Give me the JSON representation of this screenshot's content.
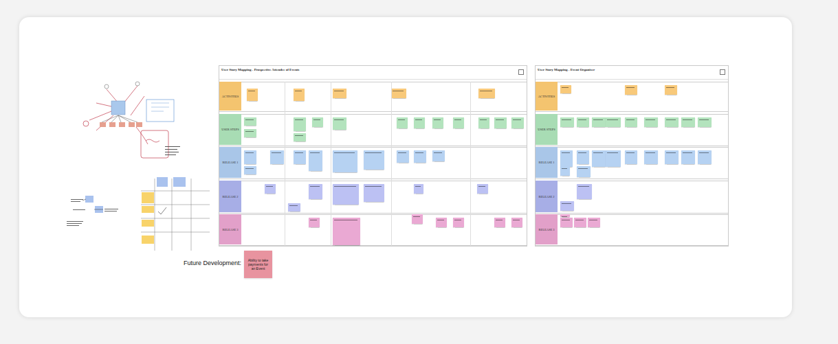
{
  "diagram": {
    "nodes": [
      {
        "text": [
          "User Story Mapping - Prospective Attendee of Events"
        ]
      },
      {
        "text": [
          "ACTIVITIES"
        ],
        "in": 0
      },
      {
        "text": [
          "USER STEPS"
        ],
        "in": 0
      },
      {
        "text": [
          "RELEASE 1"
        ],
        "in": 0
      },
      {
        "text": [
          "RELEASE 2"
        ],
        "in": 0
      },
      {
        "text": [
          "RELEASE 3"
        ],
        "in": 0
      },
      {
        "text": [
          "User Story Mapping - Event Organiser"
        ]
      },
      {
        "text": [
          "ACTIVITIES"
        ],
        "in": 6
      },
      {
        "text": [
          "USER STEPS"
        ],
        "in": 6
      },
      {
        "text": [
          "RELEASE 1"
        ],
        "in": 6
      },
      {
        "text": [
          "RELEASE 2"
        ],
        "in": 6
      },
      {
        "text": [
          "RELEASE 3"
        ],
        "in": 6
      },
      {
        "text": [
          "Ability to take payments for an Event"
        ]
      }
    ],
    "labels": [
      "Future Development:"
    ]
  }
}
